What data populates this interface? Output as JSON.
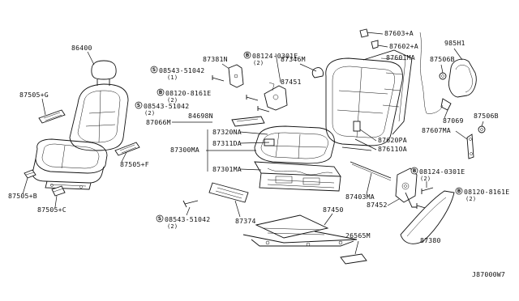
{
  "diagram_code": "J87000W7",
  "callouts": {
    "p86400": "86400",
    "p87505g": "87505+G",
    "p87505f": "87505+F",
    "p87505b": "87505+B",
    "p87505c": "87505+C",
    "s08543_top": "08543-51042",
    "s08543_top_qty": "(1)",
    "p87381n": "87381N",
    "b08124_top": "08124-0301E",
    "b08124_top_qty": "(2)",
    "b08120_top": "08120-8161E",
    "b08120_top_qty": "(2)",
    "s08543_mid": "08543-51042",
    "s08543_mid_qty": "(2)",
    "p87451": "87451",
    "p84698n": "84698N",
    "p87066m": "87066M",
    "p87320na": "87320NA",
    "p87311da": "87311DA",
    "p87300ma": "87300MA",
    "p87301ma": "87301MA",
    "p87346m": "87346M",
    "p87603a": "87603+A",
    "p87602a": "87602+A",
    "p87601ma": "87601MA",
    "p985h1": "985H1",
    "p87506b_top": "87506B",
    "p87069": "87069",
    "p87506b_right": "87506B",
    "p87607ma": "87607MA",
    "p87620pa": "87620PA",
    "p87611oa": "87611OA",
    "b08124_right": "08124-0301E",
    "b08124_right_qty": "(2)",
    "b08120_right": "08120-8161E",
    "b08120_right_qty": "(2)",
    "p87403ma": "87403MA",
    "p87452": "87452",
    "p87374": "87374",
    "s08543_bot": "08543-51042",
    "s08543_bot_qty": "(2)",
    "p87450": "87450",
    "p26565m": "26565M",
    "p87380": "87380"
  },
  "symbols": {
    "screw": "S",
    "bolt": "B"
  },
  "icons": [
    "seat-assembly-icon",
    "headrest-icon",
    "seat-frame-icon",
    "cushion-icon",
    "seatback-icon",
    "airbag-module-icon",
    "rail-icon"
  ]
}
